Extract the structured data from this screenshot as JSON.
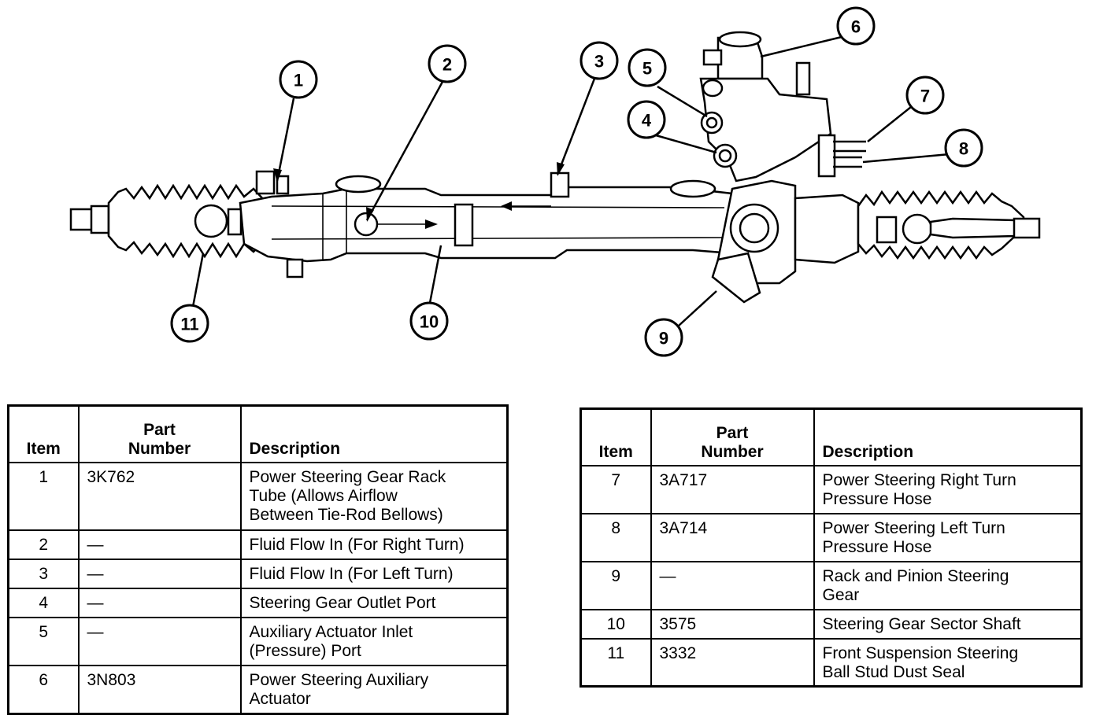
{
  "callouts": [
    "1",
    "2",
    "3",
    "4",
    "5",
    "6",
    "7",
    "8",
    "9",
    "10",
    "11"
  ],
  "table_headers": {
    "item": "Item",
    "part_line1": "Part",
    "part_line2": "Number",
    "description": "Description"
  },
  "left_rows": [
    {
      "item": "1",
      "part": "3K762",
      "desc": [
        "Power Steering Gear Rack",
        "Tube (Allows Airflow",
        "Between Tie-Rod Bellows)"
      ]
    },
    {
      "item": "2",
      "part": "—",
      "desc": [
        "Fluid Flow In (For Right Turn)"
      ]
    },
    {
      "item": "3",
      "part": "—",
      "desc": [
        "Fluid Flow In (For Left Turn)"
      ]
    },
    {
      "item": "4",
      "part": "—",
      "desc": [
        "Steering Gear Outlet Port"
      ]
    },
    {
      "item": "5",
      "part": "—",
      "desc": [
        "Auxiliary Actuator Inlet",
        "(Pressure) Port"
      ]
    },
    {
      "item": "6",
      "part": "3N803",
      "desc": [
        "Power Steering Auxiliary",
        "Actuator"
      ]
    }
  ],
  "right_rows": [
    {
      "item": "7",
      "part": "3A717",
      "desc": [
        "Power Steering Right Turn",
        "Pressure Hose"
      ]
    },
    {
      "item": "8",
      "part": "3A714",
      "desc": [
        "Power Steering Left Turn",
        "Pressure Hose"
      ]
    },
    {
      "item": "9",
      "part": "—",
      "desc": [
        "Rack and Pinion Steering",
        "Gear"
      ]
    },
    {
      "item": "10",
      "part": "3575",
      "desc": [
        "Steering Gear Sector Shaft"
      ]
    },
    {
      "item": "11",
      "part": "3332",
      "desc": [
        "Front Suspension Steering",
        "Ball Stud Dust Seal"
      ]
    }
  ]
}
